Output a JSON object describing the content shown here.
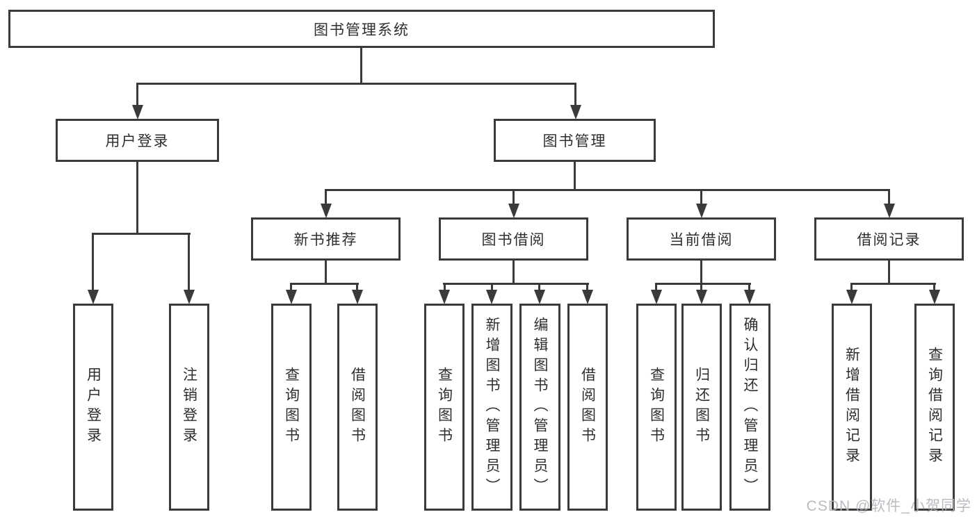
{
  "diagram": {
    "title_note": "functional structure chart of a library management system",
    "root": "图书管理系统",
    "level2": [
      "用户登录",
      "图书管理"
    ],
    "level3": [
      "新书推荐",
      "图书借阅",
      "当前借阅",
      "借阅记录"
    ],
    "leaves_user": [
      "用户登录",
      "注销登录"
    ],
    "leaves_newbook": [
      "查询图书",
      "借阅图书"
    ],
    "leaves_borrow": [
      "查询图书",
      "新增图书（管理员）",
      "编辑图书（管理员）",
      "借阅图书"
    ],
    "leaves_current": [
      "查询图书",
      "归还图书",
      "确认归还（管理员）"
    ],
    "leaves_records": [
      "新增借阅记录",
      "查询借阅记录"
    ]
  },
  "watermark": "CSDN @软件_小贺同学",
  "colors": {
    "line": "#3a3a3a",
    "text": "#2e2e2e",
    "watermark": "#b2b5ba",
    "background": "#ffffff"
  }
}
